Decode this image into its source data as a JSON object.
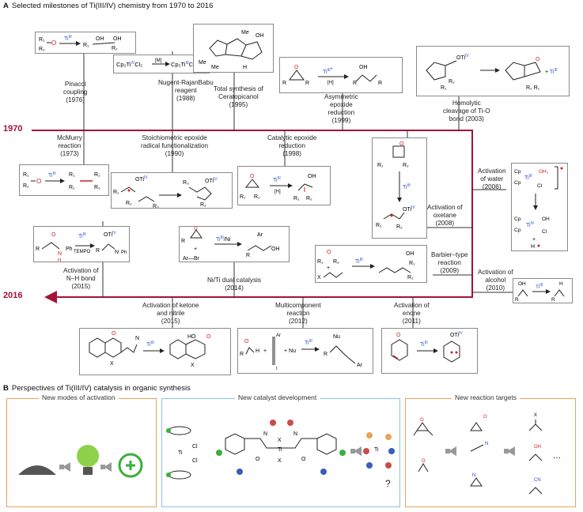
{
  "panelA": {
    "letter": "A",
    "title": "Selected milestones of Ti(III/IV) chemistry from 1970 to 2016"
  },
  "panelB": {
    "letter": "B",
    "title": "Perspectives of Ti(III/IV) catalysis in organic synthesis"
  },
  "years": {
    "start": "1970",
    "end": "2016"
  },
  "milestones": [
    {
      "id": "pinacol",
      "text": "Pinacol\ncoupling\n(1976)"
    },
    {
      "id": "nugent",
      "text": "Nugent-RajanBabu\nreagent\n(1988)"
    },
    {
      "id": "ceratopicanol",
      "text": "Total synthesis of\nCeratopicanol\n(1995)"
    },
    {
      "id": "asym",
      "text": "Asymmetric\nepoxide\nreduction\n(1999)"
    },
    {
      "id": "homolytic",
      "text": "Homolytic\ncleavage of Ti-O\nbond (2003)"
    },
    {
      "id": "mcmurry",
      "text": "McMurry\nreaction\n(1973)"
    },
    {
      "id": "stoich",
      "text": "Stoichiometric epoxide\nradical functionalization\n(1990)"
    },
    {
      "id": "catepox",
      "text": "Catalytic epoxide\nreduction\n(1998)"
    },
    {
      "id": "water",
      "text": "Activation\nof water\n(2006)"
    },
    {
      "id": "oxetane",
      "text": "Activation of\noxetane\n(2008)"
    },
    {
      "id": "barbier",
      "text": "Barbier–type\nreaction\n(2009)"
    },
    {
      "id": "alcohol",
      "text": "Activation of\nalcohol\n(2010)"
    },
    {
      "id": "nh",
      "text": "Activation of\nN–H bond\n(2015)"
    },
    {
      "id": "niti",
      "text": "Ni/Ti dual catalysis\n(2014)"
    },
    {
      "id": "ketone",
      "text": "Activation of ketone\nand nitrile\n(2015)"
    },
    {
      "id": "multi",
      "text": "Multicomponent\nreaction\n(2012)"
    },
    {
      "id": "enone",
      "text": "Activation of\nenone\n(2011)"
    }
  ],
  "reagents": {
    "ti3": "Ti",
    "ti3sup": "III",
    "ti4sup": "IV",
    "m": "[M]",
    "h": "[H]",
    "tempo": "TEMPO",
    "tini": "Ti",
    "tinisuffix": "/Ni",
    "cp2cl2": "Cp₂Ti",
    "cp2cl": "Cp₂Ti",
    "cl2": "Cl₂",
    "cl": "Cl"
  },
  "perspectives": [
    {
      "id": "activation",
      "title": "New modes of activation",
      "color": "#e8a35a"
    },
    {
      "id": "catalyst",
      "title": "New catalyst development",
      "color": "#8cc4e0"
    },
    {
      "id": "targets",
      "title": "New reaction targets",
      "color": "#e8a35a"
    }
  ],
  "ellipsis": "...",
  "question": "?",
  "colors": {
    "timeline": "#a3123b",
    "ti": "#2a4fd0",
    "red": "#d01f26"
  }
}
